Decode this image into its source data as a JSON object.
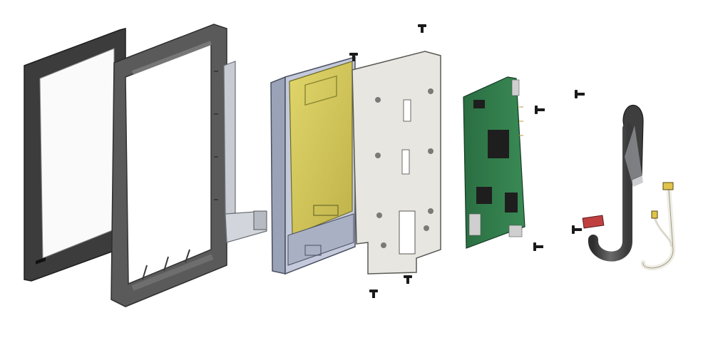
{
  "figure": {
    "type": "exploded-assembly-view",
    "background": "#ffffff",
    "parts": [
      {
        "id": "front-glass-panel",
        "icon": "glass-panel-icon",
        "color": "#3c3c3c"
      },
      {
        "id": "bezel-frame",
        "icon": "frame-icon",
        "color": "#5a5a5a"
      },
      {
        "id": "flex-ribbon-cable",
        "icon": "ribbon-cable-icon",
        "color": "#c8ccd2"
      },
      {
        "id": "display-module",
        "icon": "display-module-icon",
        "color": "#d4c850"
      },
      {
        "id": "mounting-bracket",
        "icon": "bracket-icon",
        "color": "#e8e6e0"
      },
      {
        "id": "controller-pcb",
        "icon": "circuit-board-icon",
        "color": "#2f7a4a"
      },
      {
        "id": "screws",
        "icon": "screw-icon",
        "color": "#1a1a1a",
        "count": 9
      },
      {
        "id": "sheathed-cable-harness",
        "icon": "cable-harness-icon",
        "color": "#4a4a4a"
      },
      {
        "id": "sensor-wire-assembly",
        "icon": "wire-icon",
        "color": "#f0eee4"
      }
    ]
  }
}
